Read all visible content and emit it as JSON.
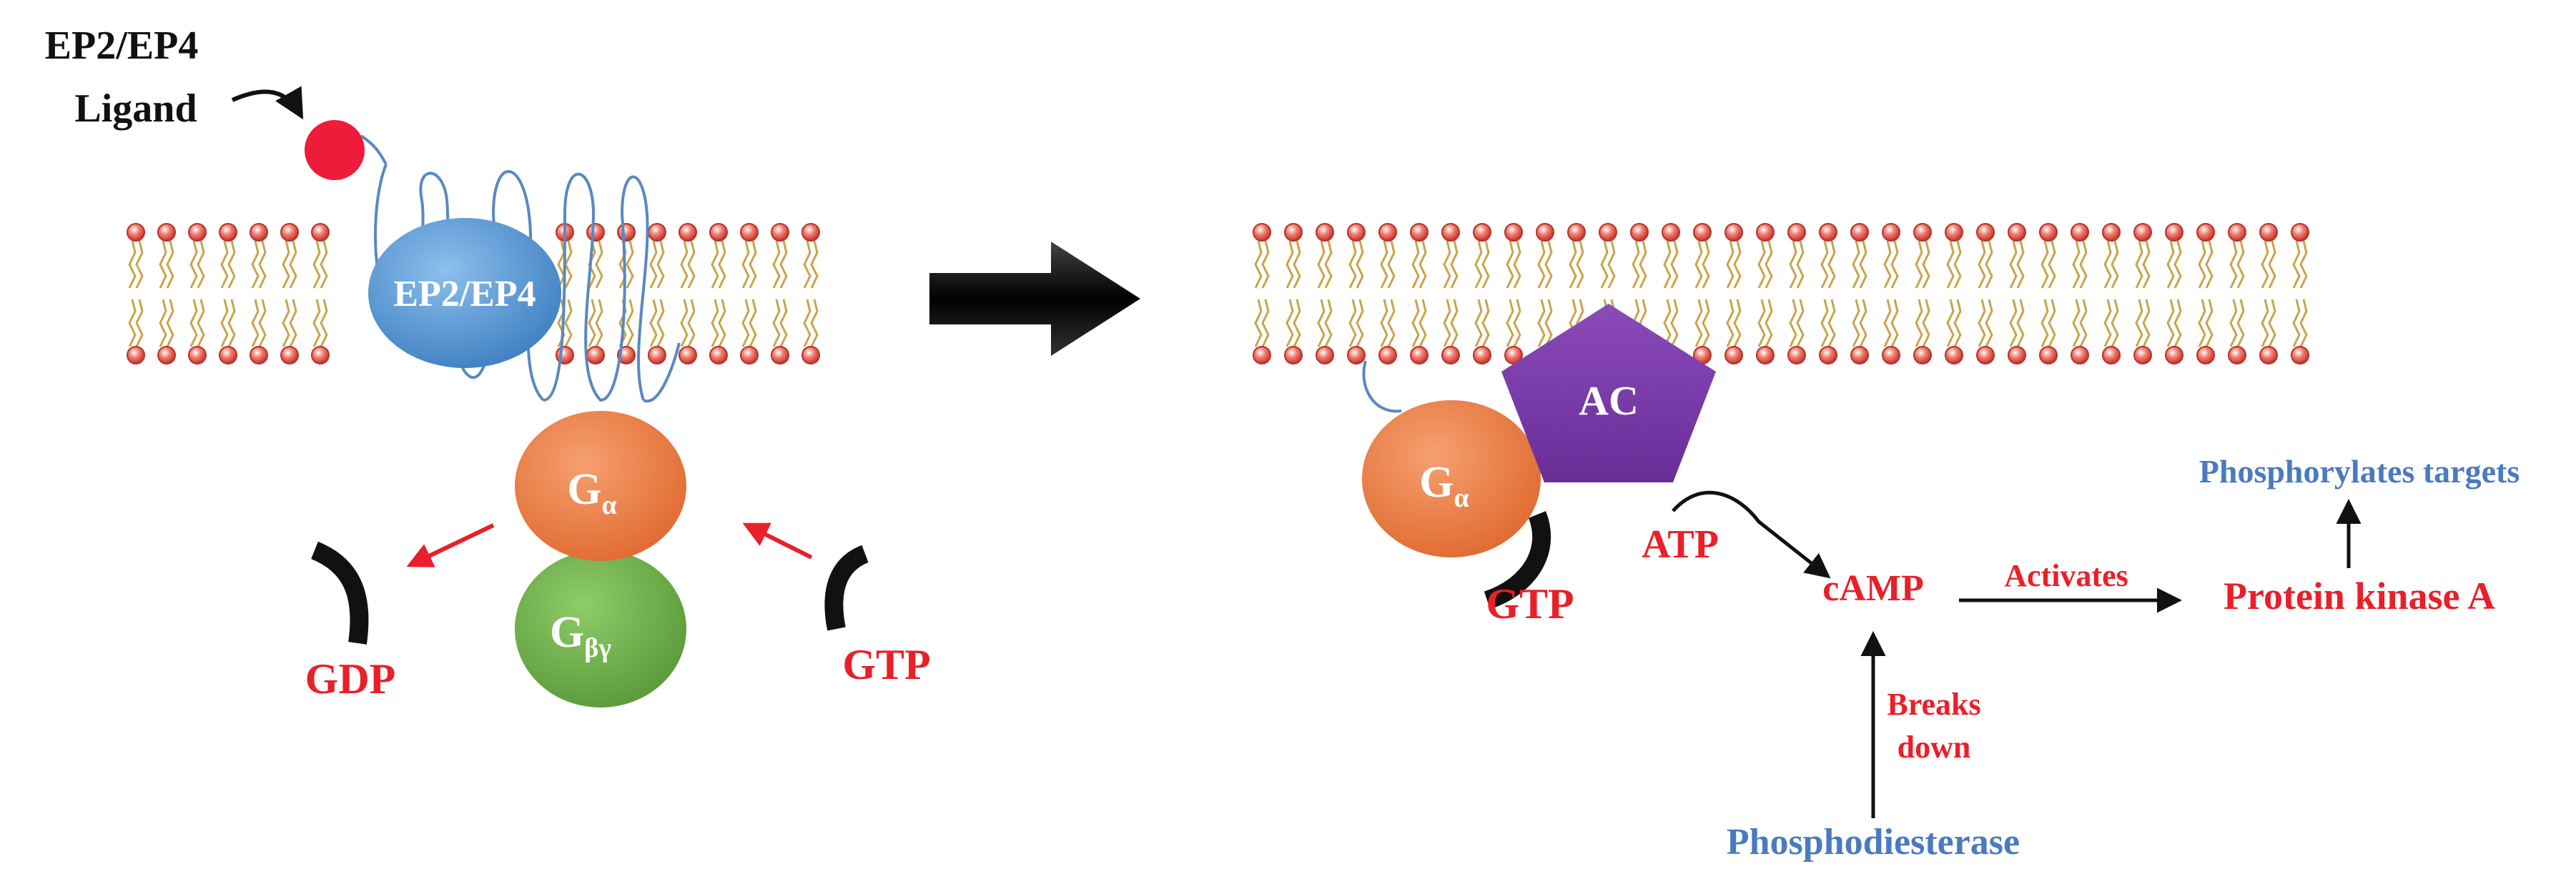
{
  "panel_left": {
    "ligand_label_line1": "EP2/EP4",
    "ligand_label_line2": "Ligand",
    "receptor_label": "EP2/EP4",
    "g_alpha": {
      "main": "G",
      "sub": "α"
    },
    "g_beta_gamma": {
      "main": "G",
      "sub": "βγ"
    },
    "gdp_label": "GDP",
    "gtp_label": "GTP"
  },
  "panel_right": {
    "ac_label": "AC",
    "g_alpha": {
      "main": "G",
      "sub": "α"
    },
    "gtp_label": "GTP",
    "atp_label": "ATP",
    "camp_label": "cAMP",
    "activates_label": "Activates",
    "pka_label": "Protein kinase A",
    "phosphorylates_label": "Phosphorylates targets",
    "breaks_down_line1": "Breaks",
    "breaks_down_line2": "down",
    "pde_label": "Phosphodiesterase"
  },
  "colors": {
    "ligand": "#ee1c3a",
    "receptor": "#5b9bd5",
    "g_alpha": "#ed7d46",
    "g_beta_gamma": "#70ad47",
    "adenylyl_cyclase": "#7030a0",
    "red_text": "#e8202a",
    "blue_text": "#4a7abf",
    "lipid_head": "#d9453d",
    "lipid_tail": "#c9a44a"
  },
  "icons": [
    "transition-arrow-icon",
    "binding-arrow-icon",
    "reaction-arrow-icon"
  ]
}
